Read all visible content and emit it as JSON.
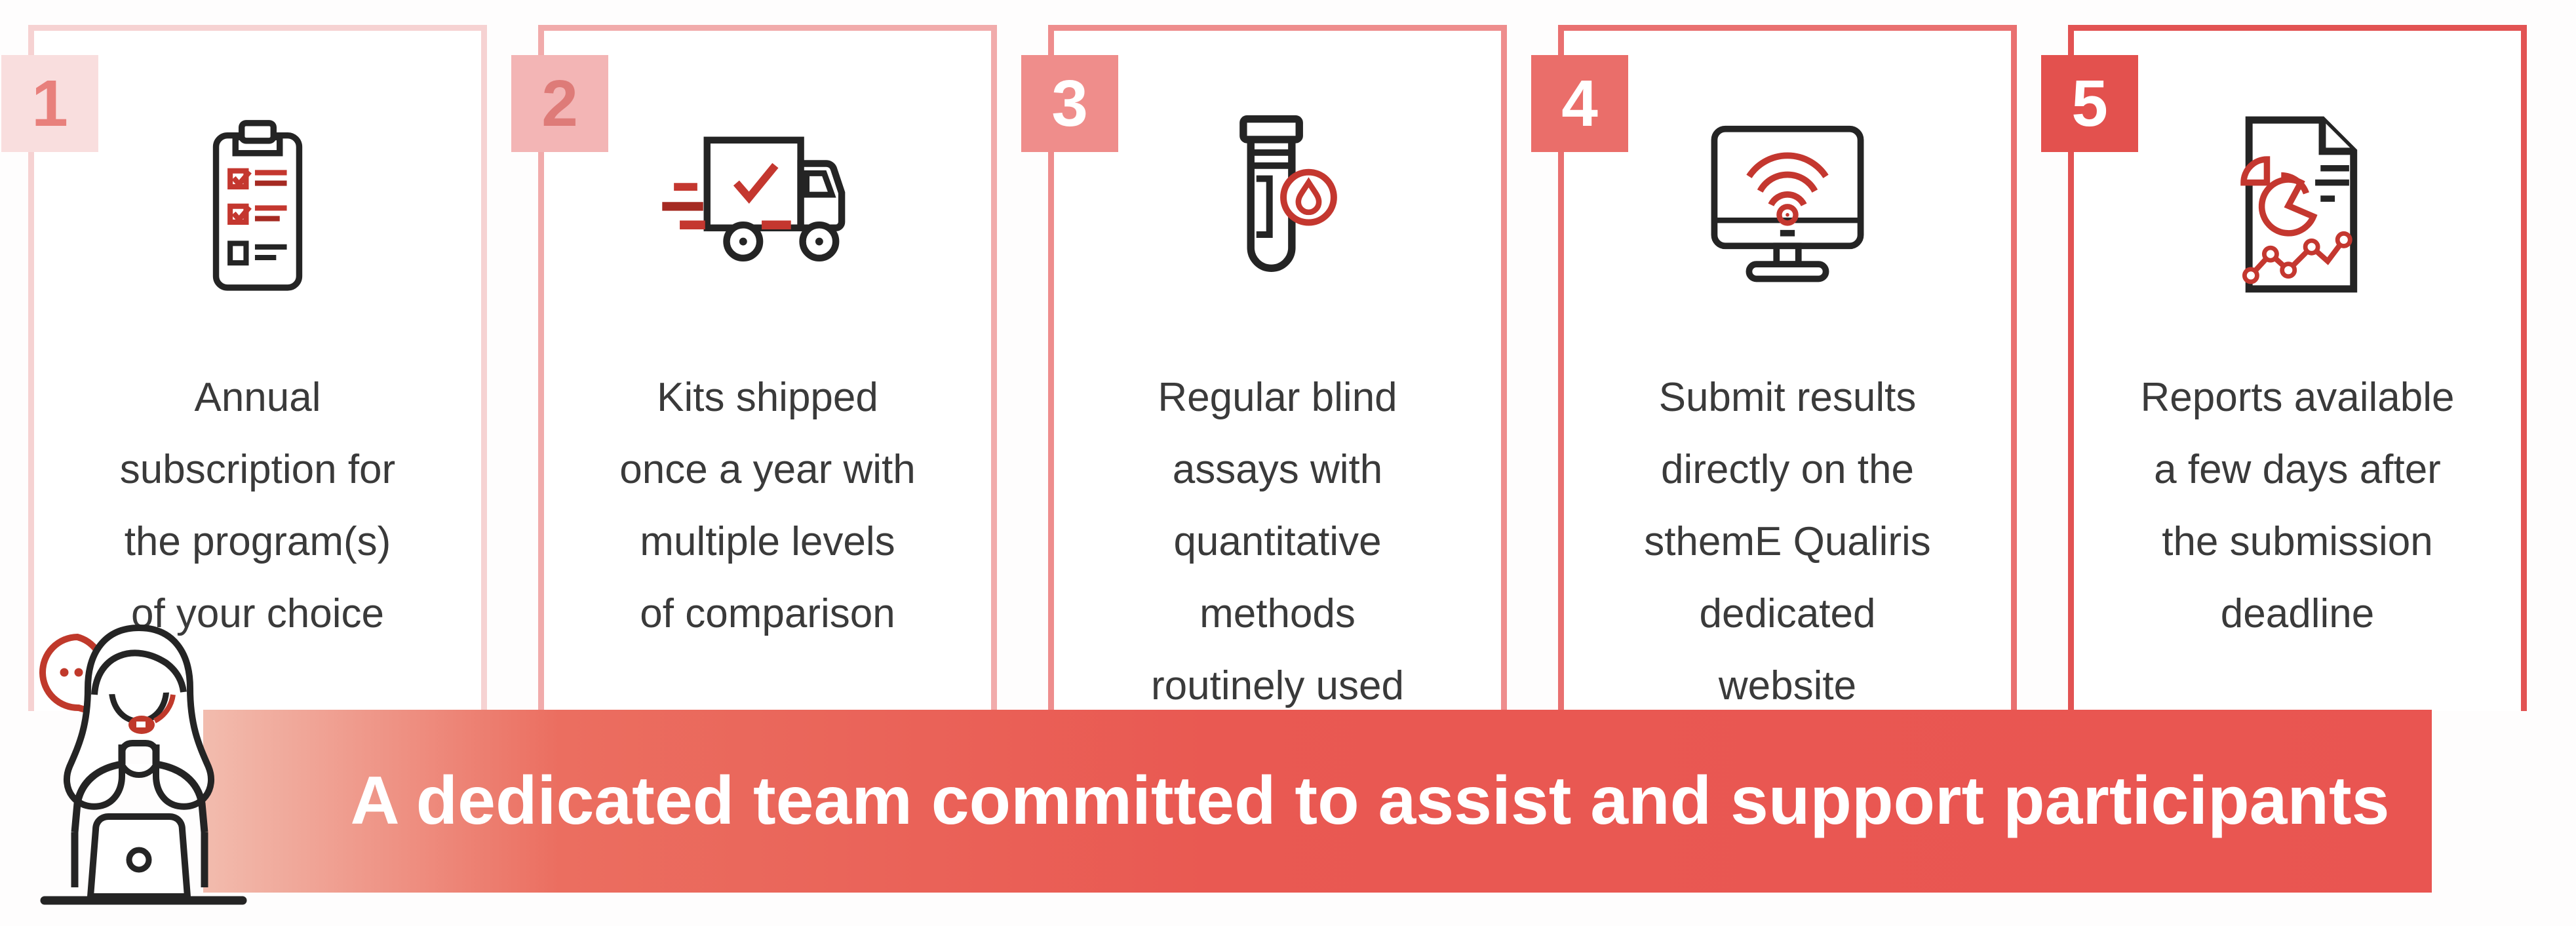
{
  "steps": [
    {
      "number": "1",
      "text": "Annual\nsubscription for\nthe program(s)\nof your choice",
      "icon": "clipboard-checklist-icon"
    },
    {
      "number": "2",
      "text": "Kits shipped\nonce a year with\nmultiple levels\nof comparison",
      "icon": "delivery-truck-icon"
    },
    {
      "number": "3",
      "text": "Regular blind\nassays with\nquantitative\nmethods\nroutinely used",
      "icon": "test-tube-drop-icon"
    },
    {
      "number": "4",
      "text": "Submit results\ndirectly on the\nsthemE Qualiris\ndedicated\nwebsite",
      "icon": "monitor-wifi-icon"
    },
    {
      "number": "5",
      "text": "Reports available\na few days after\nthe submission\ndeadline",
      "icon": "report-charts-icon"
    }
  ],
  "banner": {
    "text": "A dedicated team committed to assist and support participants"
  },
  "illustration": {
    "name": "support-agent-with-headset-and-laptop",
    "speech_bubble_dots": "..."
  },
  "colors": {
    "step_border": [
      "#f6d2d2",
      "#f1abab",
      "#ee8d8d",
      "#e97070",
      "#e25353"
    ],
    "badge_background": [
      "#f9dede",
      "#f3b5b5",
      "#ef8d8b",
      "#ea6e6a",
      "#e3514e"
    ],
    "badge_number": [
      "#e8807c",
      "#de7b78",
      "#ffffff",
      "#ffffff",
      "#ffffff"
    ],
    "banner_gradient_start": "#f2bcae",
    "banner_gradient_end": "#e95551",
    "banner_text_color": "#ffffff",
    "step_text_color": "#3a3a3a",
    "icon_outline": "#242424",
    "icon_accent_red": "#c4372f"
  }
}
